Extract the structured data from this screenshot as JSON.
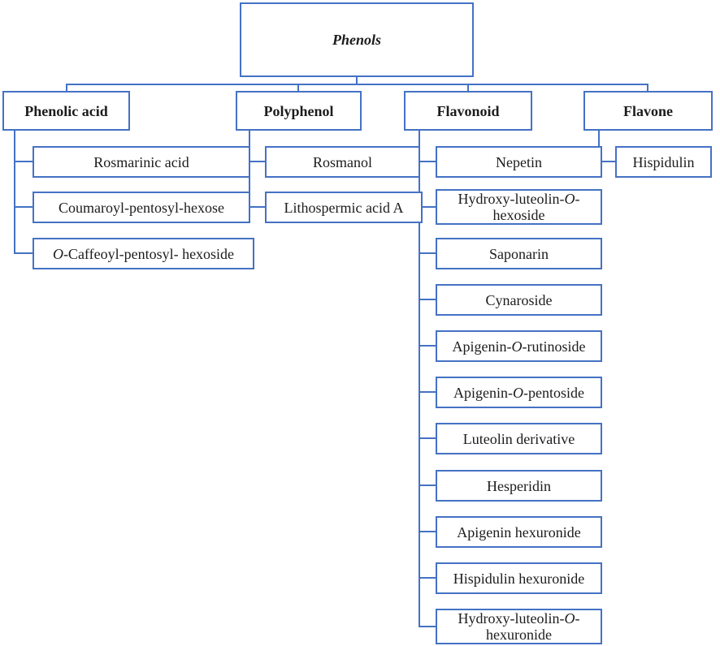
{
  "accent_color": "#4472C4",
  "text_color": "#1c1c1c",
  "tree": {
    "root": {
      "label": "Phenols"
    },
    "branches": [
      {
        "label": "Phenolic acid",
        "children": [
          "Rosmarinic acid",
          "Coumaroyl-pentosyl-hexose",
          "*O*-Caffeoyl-pentosyl- hexoside"
        ]
      },
      {
        "label": "Polyphenol",
        "children": [
          "Rosmanol",
          "Lithospermic acid A"
        ]
      },
      {
        "label": "Flavonoid",
        "children": [
          "Nepetin",
          "Hydroxy-luteolin-*O*-\nhexoside",
          "Saponarin",
          "Cynaroside",
          "Apigenin-*O*-rutinoside",
          "Apigenin-*O*-pentoside",
          "Luteolin derivative",
          "Hesperidin",
          "Apigenin hexuronide",
          "Hispidulin hexuronide",
          "Hydroxy-luteolin-*O*-\nhexuronide"
        ]
      },
      {
        "label": "Flavone",
        "children": [
          "Hispidulin"
        ]
      }
    ]
  }
}
